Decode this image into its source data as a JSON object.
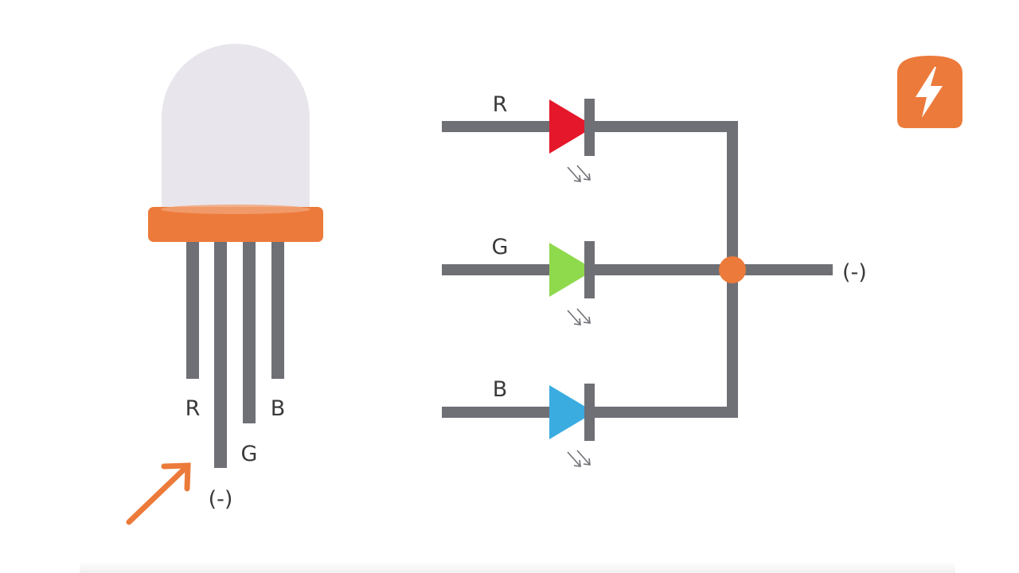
{
  "colors": {
    "wire": "#6f6f76",
    "dome": "#e8e6ec",
    "base": "#ec7a3b",
    "accent": "#ec7a3b",
    "led_red": "#e5172b",
    "led_green": "#8fd94d",
    "led_blue": "#3aace0",
    "text": "#3a3a3a"
  },
  "led_component": {
    "legs": {
      "r": "R",
      "g": "G",
      "b": "B",
      "common": "(-)"
    }
  },
  "schematic": {
    "channels": [
      {
        "label": "R",
        "color": "led_red"
      },
      {
        "label": "G",
        "color": "led_green"
      },
      {
        "label": "B",
        "color": "led_blue"
      }
    ],
    "output_label": "(-)"
  },
  "badge": {
    "icon": "lightning-bolt-icon"
  }
}
